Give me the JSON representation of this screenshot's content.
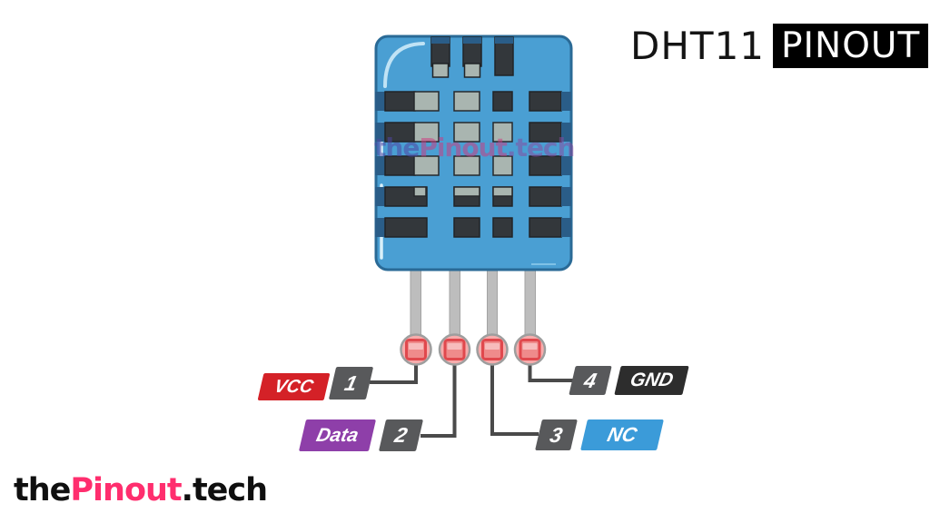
{
  "title": {
    "name": "DHT11",
    "badge": "PINOUT"
  },
  "watermark": {
    "the": "the",
    "pinout": "Pinout",
    "tech": ".tech"
  },
  "pins": [
    {
      "number": "1",
      "label": "VCC",
      "color": "#d42127"
    },
    {
      "number": "2",
      "label": "Data",
      "color": "#8e3fa9"
    },
    {
      "number": "3",
      "label": "NC",
      "color": "#3b9bd9"
    },
    {
      "number": "4",
      "label": "GND",
      "color": "#2d2d2d"
    }
  ],
  "footer_logo": {
    "the": "the",
    "pinout": "Pinout",
    "tech": ".tech"
  },
  "colors": {
    "sensor_body_blue": "#4a9fd3",
    "sensor_border": "#2a6a96",
    "sensor_edge_cap": "#2a5d88",
    "grille_slot_dark": "#33373b",
    "grille_cell_grey": "#a9b5b0",
    "leg_grey": "#bdbdbd",
    "pin_marker_fill": "#f6acac",
    "pin_marker_square": "#ef8b8b",
    "pin_marker_border": "#e0484d",
    "wire_dark": "#4a4a4a",
    "number_box_grey": "#58595b",
    "title_badge_bg": "#000000",
    "logo_pink": "#ff2e6e"
  }
}
